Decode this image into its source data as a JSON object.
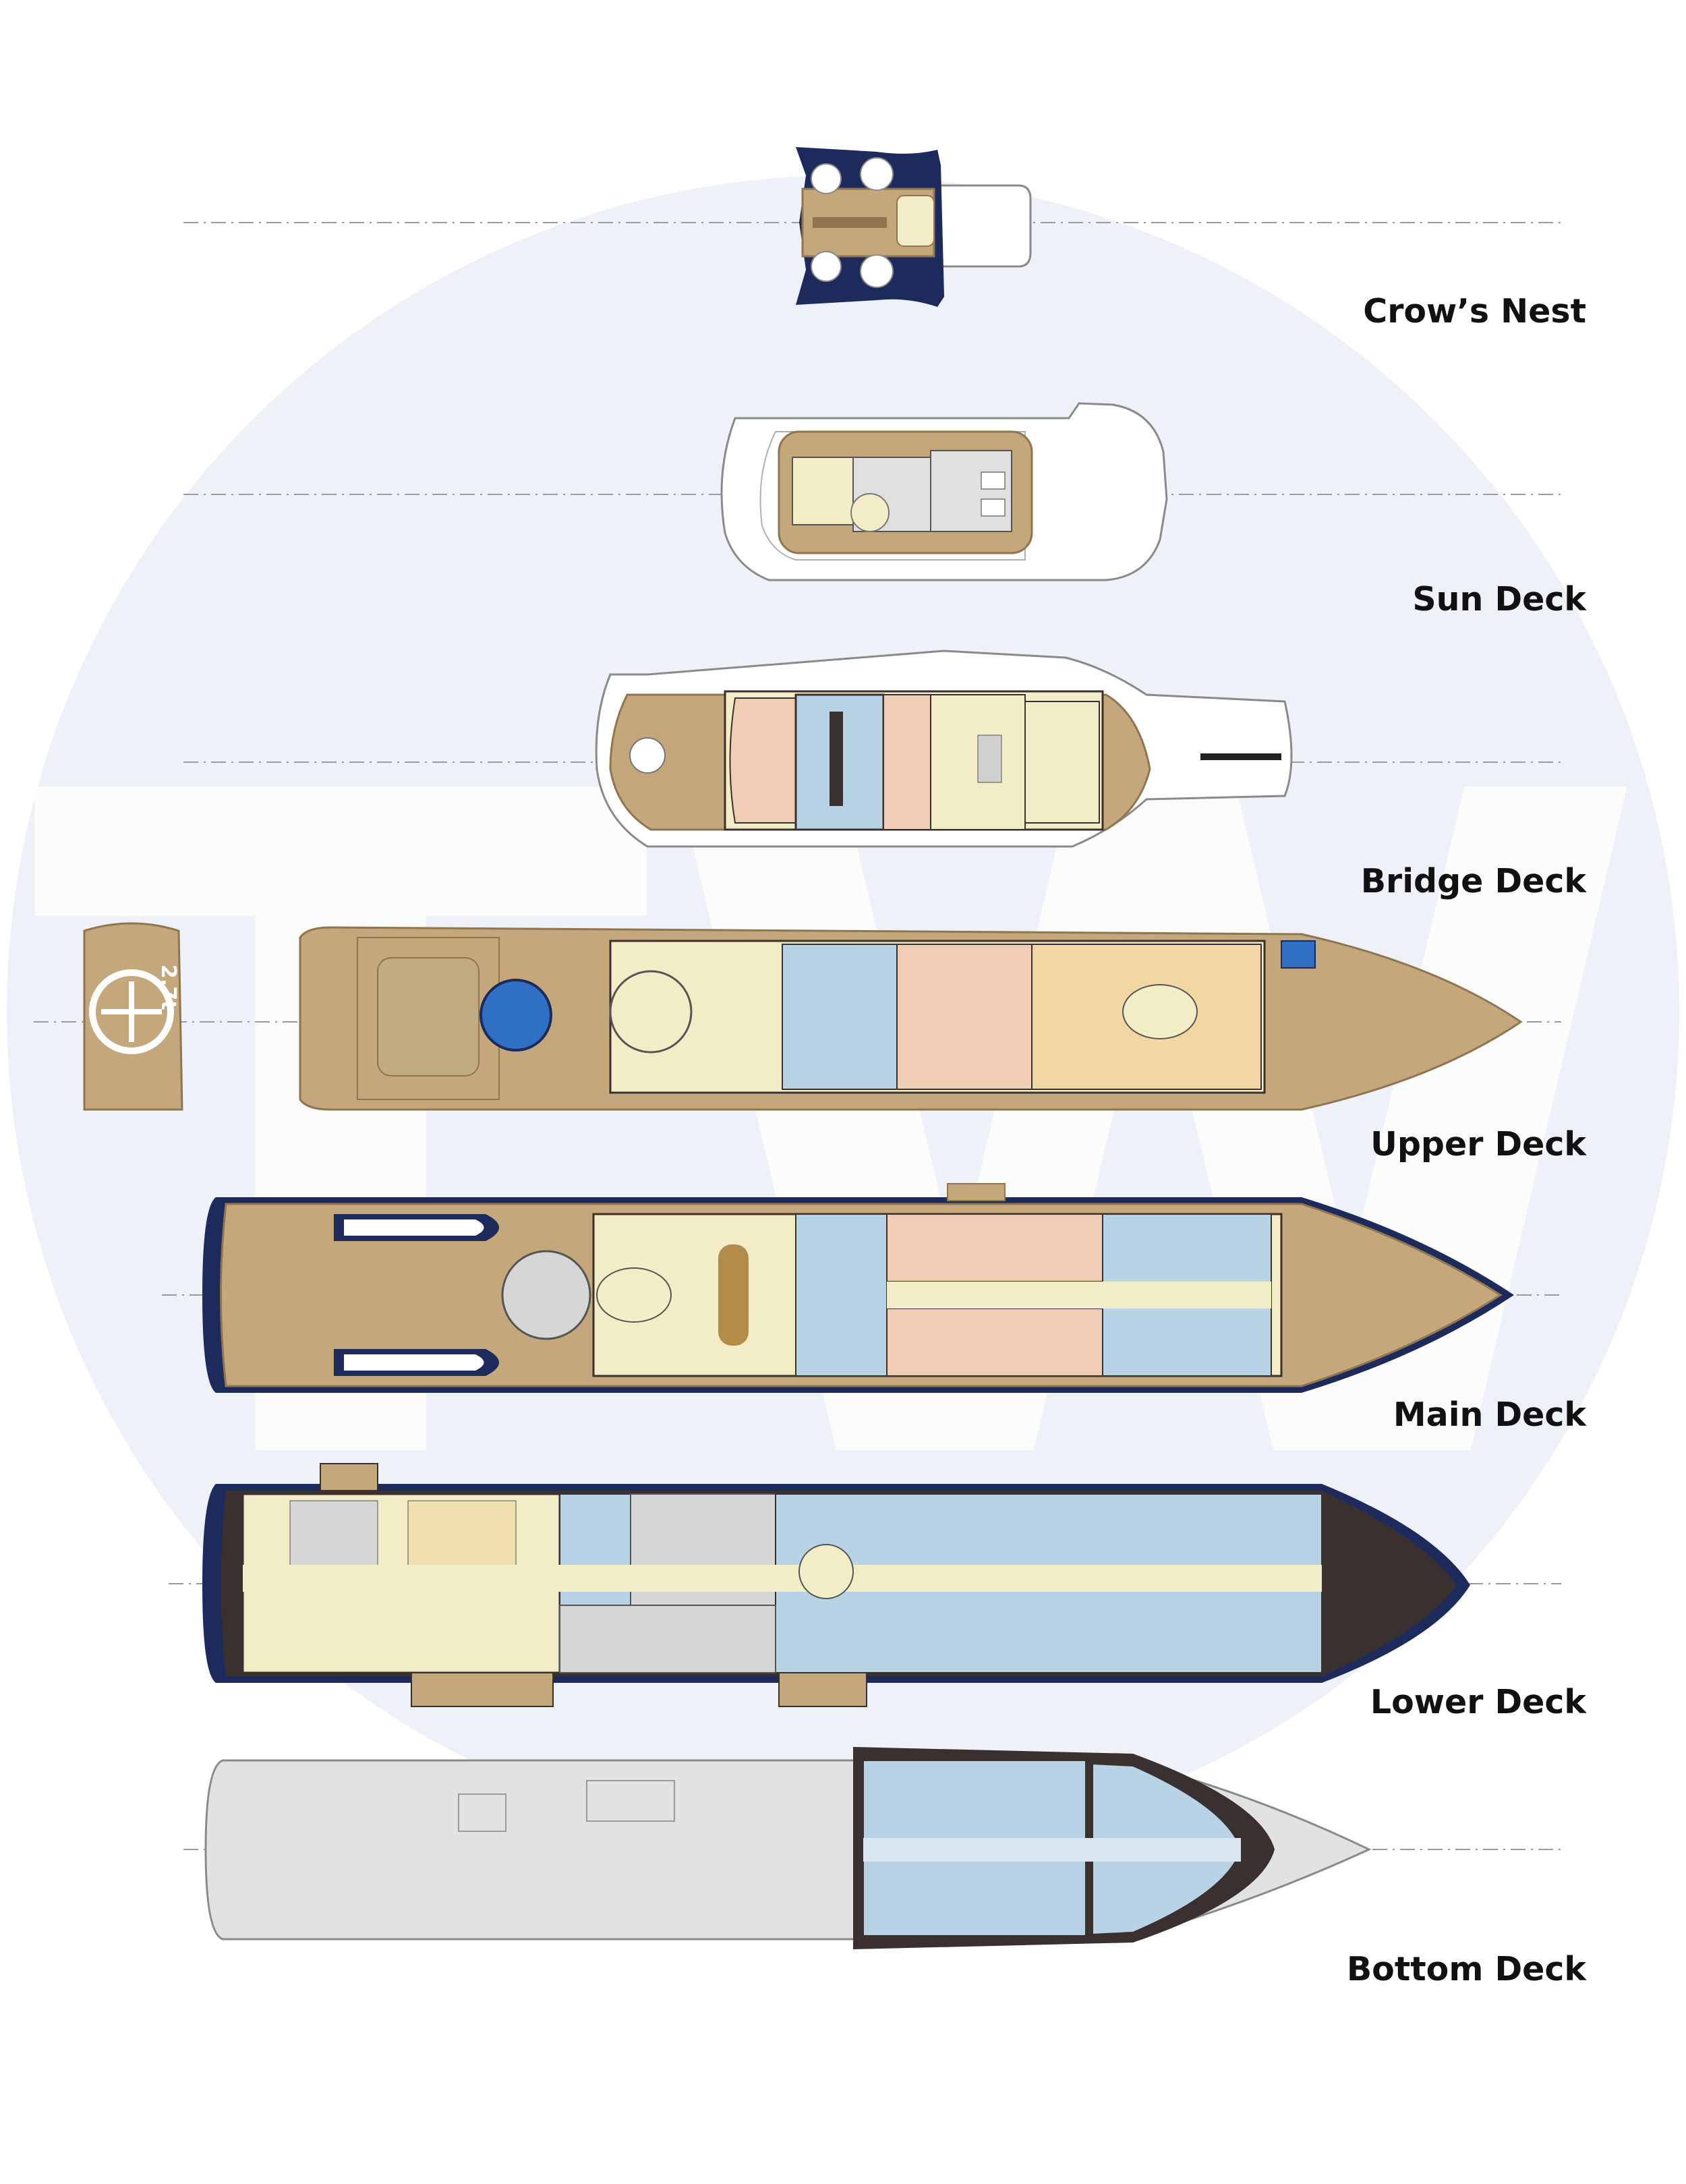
{
  "decks": [
    {
      "id": "crows-nest",
      "label": "Crow’s Nest"
    },
    {
      "id": "sun-deck",
      "label": "Sun Deck"
    },
    {
      "id": "bridge-deck",
      "label": "Bridge Deck"
    },
    {
      "id": "upper-deck",
      "label": "Upper Deck"
    },
    {
      "id": "main-deck",
      "label": "Main Deck"
    },
    {
      "id": "lower-deck",
      "label": "Lower Deck"
    },
    {
      "id": "bottom-deck",
      "label": "Bottom Deck"
    }
  ],
  "helipad_marking": "2.7t",
  "watermark": "TW",
  "colors": {
    "watermark_circle": "#eef1f8",
    "teak": "#c4a77b",
    "teak_dark": "#8f7650",
    "hull_navy": "#1c2a5c",
    "interior_cream": "#f2edc6",
    "interior_blue": "#b9d3e6",
    "interior_peach": "#f0ceb5",
    "structure_dark": "#3a3030",
    "bottom_grey": "#e2e2e2",
    "pool_blue": "#2f6fc4"
  }
}
